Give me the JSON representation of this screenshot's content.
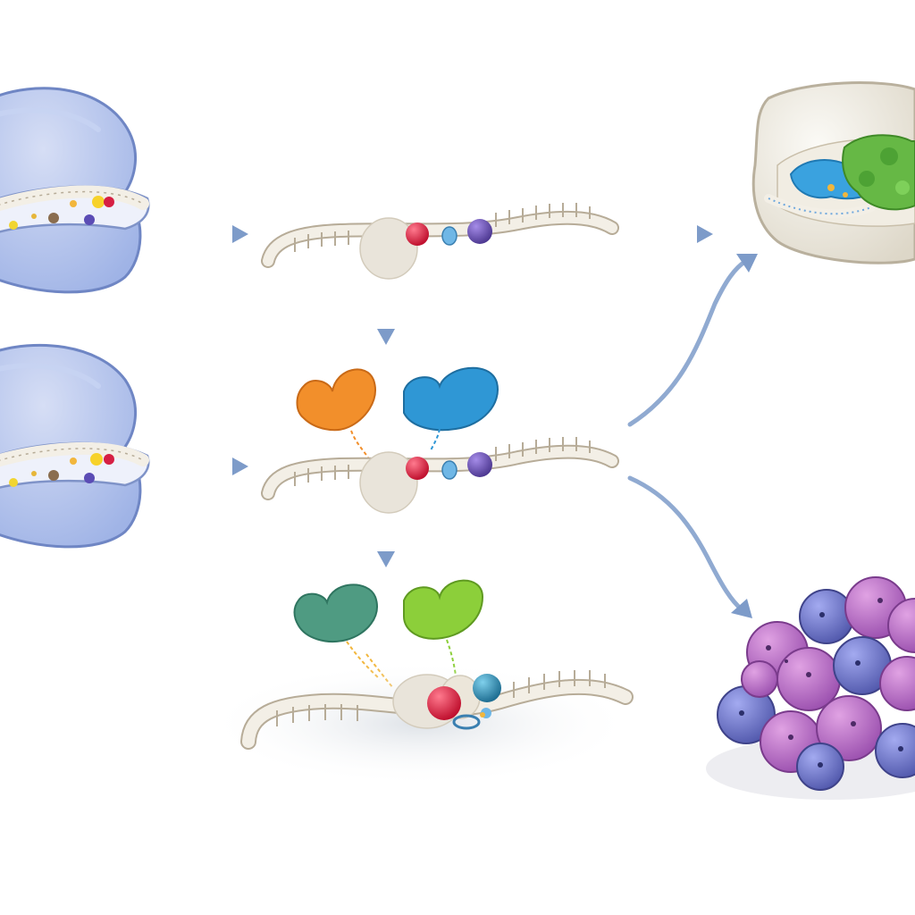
{
  "diagram": {
    "kind": "biological-process-illustration",
    "text_labels": [],
    "colors": {
      "background": "#ffffff",
      "arrow": "#7d9bc9",
      "nucleus_body": "#b3c3ec",
      "nucleus_outline": "#6f86c4",
      "strand_fill": "#f3efe6",
      "strand_outline": "#b7ac98",
      "ribosome": "#e9e4da",
      "bead_red": "#d61f43",
      "bead_purple": "#6a4fb0",
      "bead_blue_small": "#6fb7e6",
      "bead_teal": "#2f8fb0",
      "protein_orange": "#f28f2b",
      "protein_blue": "#2f97d5",
      "protein_teal": "#4f9b82",
      "protein_lime": "#8ccf3a",
      "chamber_body": "#ece8de",
      "chamber_green": "#66b845",
      "chamber_blue": "#3aa2df",
      "cluster_purple": "#b76bc2",
      "cluster_blue": "#6d74c8"
    },
    "icons": [
      "nucleus-icon",
      "dna-strand-icon",
      "ribosome-icon",
      "amino-acid-bead-icon",
      "protein-blob-icon",
      "folded-protein-chamber-icon",
      "protein-aggregate-cluster-icon",
      "arrow-icon"
    ],
    "nodes": [
      "nucleus-top",
      "nucleus-bottom",
      "translation-strand-top",
      "translation-strand-middle",
      "translation-strand-bottom",
      "protein-orange",
      "protein-blue",
      "protein-teal",
      "protein-lime",
      "folded-protein-chamber",
      "aggregate-cluster"
    ],
    "edges": [
      [
        "nucleus-top",
        "translation-strand-top"
      ],
      [
        "nucleus-bottom",
        "translation-strand-middle"
      ],
      [
        "translation-strand-top",
        "folded-protein-chamber"
      ],
      [
        "translation-strand-top",
        "translation-strand-middle"
      ],
      [
        "translation-strand-middle",
        "translation-strand-bottom"
      ],
      [
        "translation-strand-middle",
        "folded-protein-chamber"
      ],
      [
        "translation-strand-middle",
        "aggregate-cluster"
      ]
    ]
  }
}
